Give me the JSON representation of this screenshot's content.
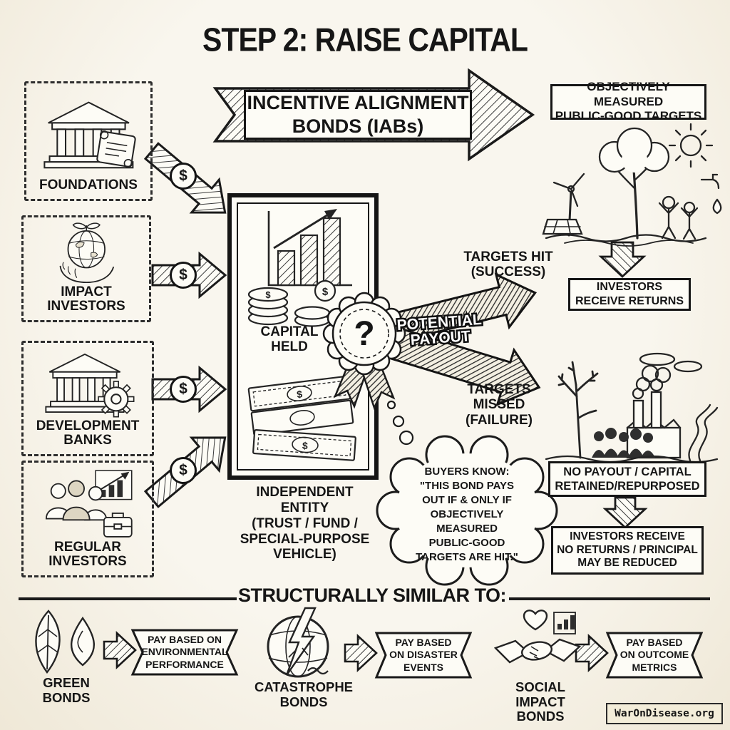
{
  "title": "STEP 2: RAISE CAPITAL",
  "dollar": "$",
  "question_mark": "?",
  "iab_banner": {
    "label": "INCENTIVE ALIGNMENT\nBONDS (IABs)"
  },
  "investors": [
    {
      "label": "FOUNDATIONS"
    },
    {
      "label": "IMPACT\nINVESTORS"
    },
    {
      "label": "DEVELOPMENT\nBANKS"
    },
    {
      "label": "REGULAR\nINVESTORS"
    }
  ],
  "central_entity": {
    "capital_held": "CAPITAL\nHELD",
    "entity_label": "INDEPENDENT\nENTITY\n(TRUST / FUND /\nSPECIAL-PURPOSE\nVEHICLE)"
  },
  "payout": {
    "label": "POTENTIAL\nPAYOUT",
    "success_label": "TARGETS HIT\n(SUCCESS)",
    "failure_label": "TARGETS\nMISSED\n(FAILURE)"
  },
  "success_path": {
    "targets_box": "OBJECTIVELY MEASURED\nPUBLIC-GOOD TARGETS",
    "returns_box": "INVESTORS\nRECEIVE RETURNS"
  },
  "failure_path": {
    "no_payout_box": "NO PAYOUT / CAPITAL\nRETAINED/REPURPOSED",
    "no_returns_box": "INVESTORS RECEIVE\nNO RETURNS / PRINCIPAL\nMAY BE REDUCED"
  },
  "thought_bubble": "BUYERS KNOW:\n\"THIS BOND PAYS\nOUT IF & ONLY IF\nOBJECTIVELY MEASURED\nPUBLIC-GOOD\nTARGETS ARE HIT.\"",
  "similar_section": {
    "heading": "STRUCTURALLY SIMILAR TO:",
    "items": [
      {
        "label": "GREEN\nBONDS",
        "payout": "PAY BASED ON\nENVIRONMENTAL\nPERFORMANCE"
      },
      {
        "label": "CATASTROPHE\nBONDS",
        "payout": "PAY BASED\nON DISASTER\nEVENTS"
      },
      {
        "label": "SOCIAL IMPACT\nBONDS",
        "payout": "PAY BASED\nON OUTCOME\nMETRICS"
      }
    ]
  },
  "watermark": "WarOnDisease.org"
}
